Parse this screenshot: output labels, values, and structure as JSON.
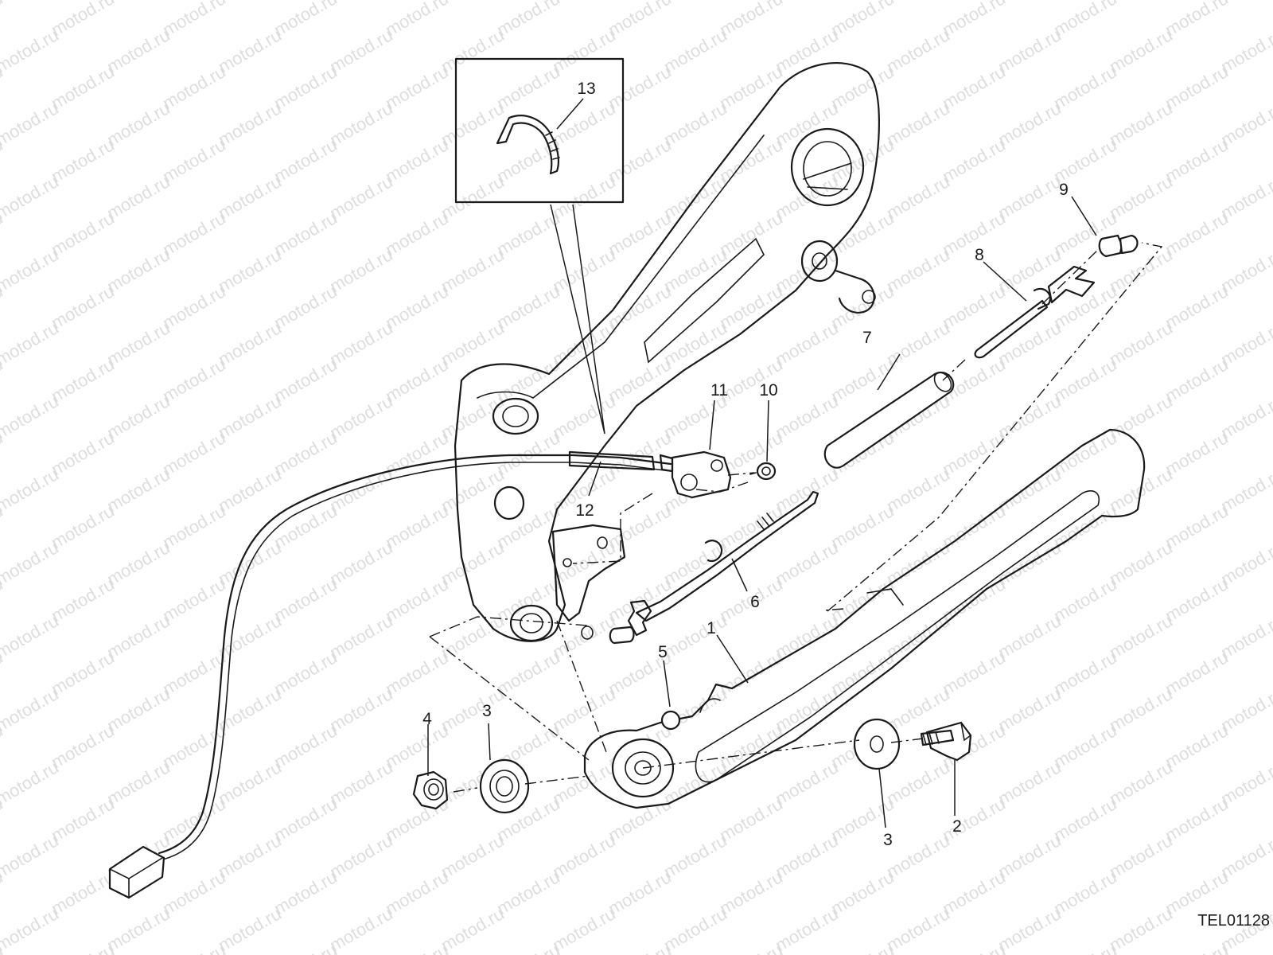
{
  "watermark": "motod.ru",
  "diagram_code": "TEL01128",
  "callouts": [
    {
      "id": "1",
      "text": "1"
    },
    {
      "id": "2",
      "text": "2"
    },
    {
      "id": "3a",
      "text": "3"
    },
    {
      "id": "3b",
      "text": "3"
    },
    {
      "id": "4",
      "text": "4"
    },
    {
      "id": "5",
      "text": "5"
    },
    {
      "id": "6",
      "text": "6"
    },
    {
      "id": "7",
      "text": "7"
    },
    {
      "id": "8",
      "text": "8"
    },
    {
      "id": "9",
      "text": "9"
    },
    {
      "id": "10",
      "text": "10"
    },
    {
      "id": "11",
      "text": "11"
    },
    {
      "id": "12",
      "text": "12"
    },
    {
      "id": "13",
      "text": "13"
    }
  ],
  "colors": {
    "line": "#1a1a1a",
    "background": "#ffffff",
    "watermark": "#c9c9c9"
  }
}
